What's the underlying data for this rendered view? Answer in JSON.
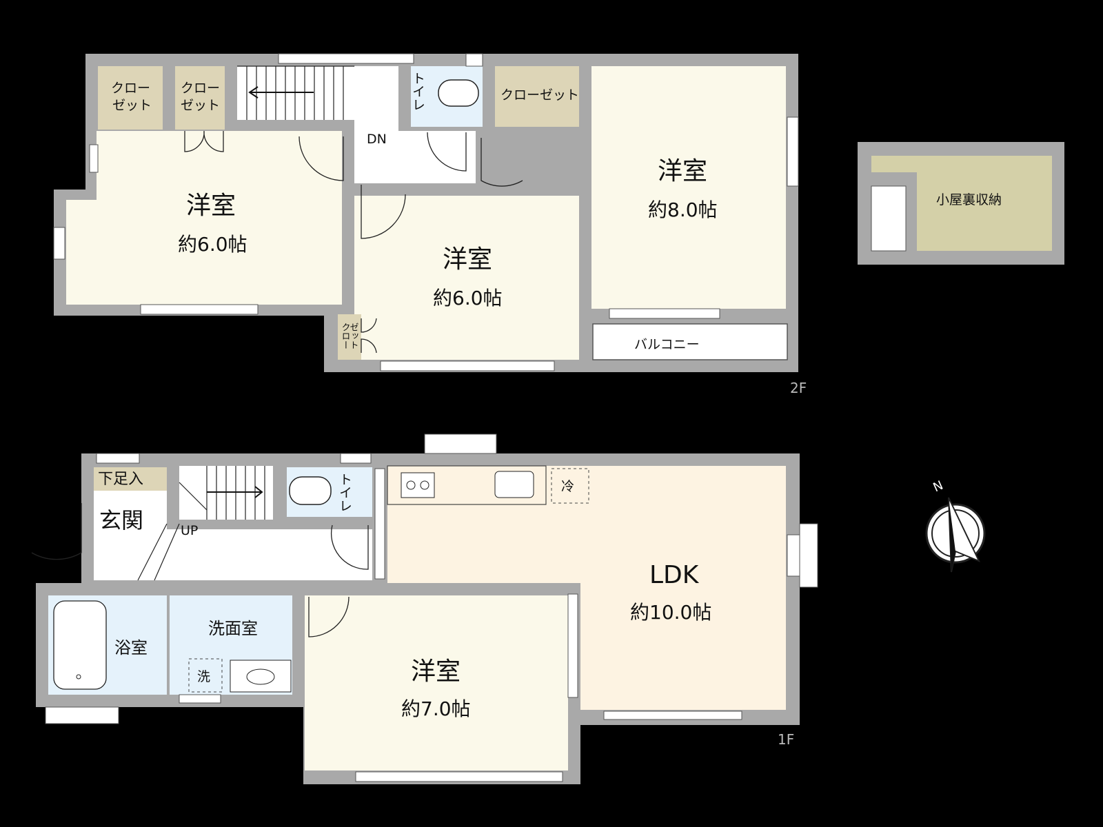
{
  "colors": {
    "background": "#000000",
    "wall": "#a9a9a9",
    "room_beige": "#fbf9ea",
    "closet": "#ddd5b7",
    "wet_blue": "#e5f2fb",
    "ldk": "#fdf3e2",
    "attic": "#d4d0a8",
    "white": "#ffffff"
  },
  "floor2": {
    "label": "2F",
    "west_room": {
      "name": "洋室",
      "size": "約6.0帖"
    },
    "center_room": {
      "name": "洋室",
      "size": "約6.0帖"
    },
    "east_room": {
      "name": "洋室",
      "size": "約8.0帖"
    },
    "closet_1": {
      "line1": "クロー",
      "line2": "ゼット"
    },
    "closet_2": {
      "line1": "クロー",
      "line2": "ゼット"
    },
    "closet_3": {
      "label": "クローゼット"
    },
    "closet_4": {
      "line1": "クロー",
      "line2": "ゼット"
    },
    "toilet": {
      "label": "トイレ"
    },
    "stairs_label": "DN",
    "balcony": {
      "label": "バルコニー"
    }
  },
  "attic": {
    "label": "小屋裏収納"
  },
  "floor1": {
    "label": "1F",
    "shoe_storage": {
      "label": "下足入"
    },
    "entrance": {
      "label": "玄関"
    },
    "stairs_label": "UP",
    "toilet": {
      "label": "トイレ"
    },
    "ldk": {
      "name": "LDK",
      "size": "約10.0帖"
    },
    "fridge": {
      "label": "冷"
    },
    "bath": {
      "label": "浴室"
    },
    "washroom": {
      "label": "洗面室"
    },
    "washer": {
      "label": "洗"
    },
    "room": {
      "name": "洋室",
      "size": "約7.0帖"
    }
  },
  "compass": {
    "label": "N",
    "icon": "north-arrow-icon"
  }
}
